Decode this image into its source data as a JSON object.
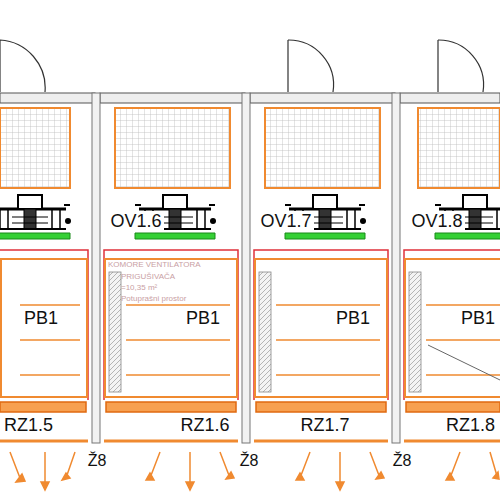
{
  "diagram": {
    "nodes": [
      {
        "text": [
          "PB1"
        ]
      },
      {
        "text": [
          "PB1"
        ]
      },
      {
        "text": [
          "PB1"
        ]
      },
      {
        "text": [
          "PB1"
        ]
      }
    ],
    "labels": [
      "OV1.6",
      "OV1.7",
      "OV1.8",
      "KOMORE VENTILATORA",
      "PRIGUŠIVAČA",
      "=10,35 m²",
      "Potuprašni prostor",
      "RZ1.5",
      "RZ1.6",
      "RZ1.7",
      "RZ1.8",
      "Ž8",
      "Ž8",
      "Ž8"
    ]
  }
}
